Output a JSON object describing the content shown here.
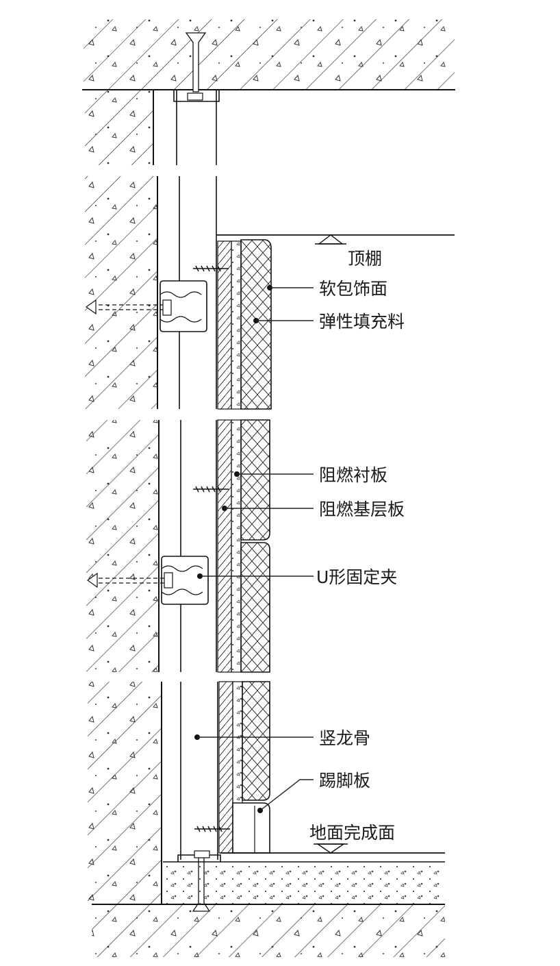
{
  "diagram": {
    "labels": {
      "ceiling": "顶棚",
      "soft_facing": "软包饰面",
      "elastic_filler": "弹性填充料",
      "fr_backing_board": "阻燃衬板",
      "fr_base_board": "阻燃基层板",
      "u_clip": "U形固定夹",
      "vertical_stud": "竖龙骨",
      "skirting": "踢脚板",
      "finished_floor": "地面完成面"
    }
  }
}
